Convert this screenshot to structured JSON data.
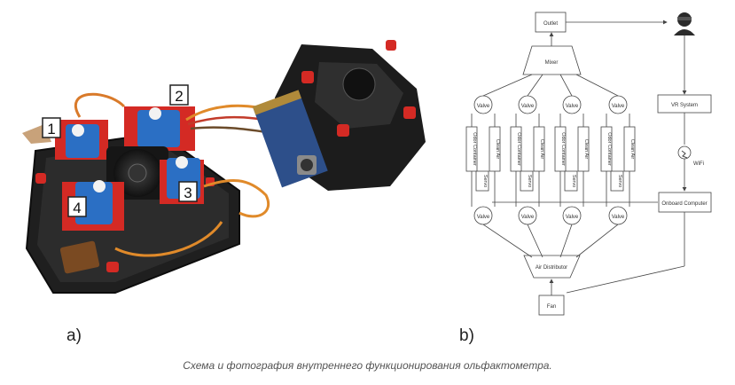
{
  "panels": {
    "a_label": "a)",
    "b_label": "b)"
  },
  "photo": {
    "servo_labels": [
      "1",
      "2",
      "3",
      "4"
    ]
  },
  "diagram": {
    "outlet": "Outlet",
    "mixer": "Mixer",
    "vr_system": "VR System",
    "wifi": "WiFi",
    "onboard_computer": "Onboard Computer",
    "air_distributor": "Air Distributor",
    "fan": "Fan",
    "valve": "Valve",
    "odor_container": "Odor Container",
    "clean_air": "Clean Air",
    "servo": "Servo"
  },
  "caption": "Схема и фотография внутреннего функционирования ольфактометра.",
  "colors": {
    "device_body": "#2a2a2a",
    "servo_blue": "#2b6fc4",
    "red_parts": "#d42a24",
    "wire_orange": "#e08a2a"
  }
}
